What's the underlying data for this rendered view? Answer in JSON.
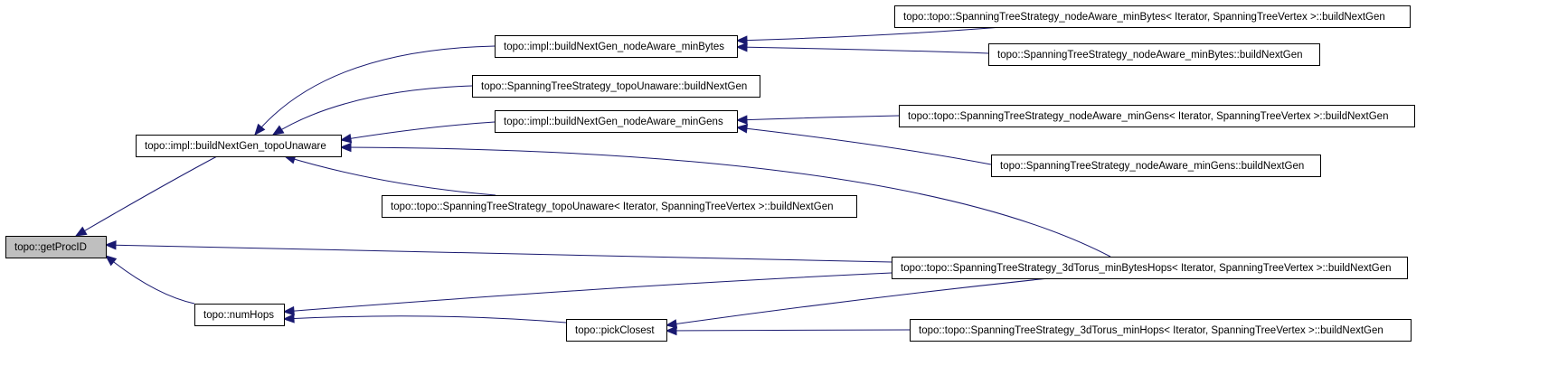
{
  "diagram": {
    "type": "call-graph (caller graph)",
    "edge_color": "#191970",
    "root_fill": "#bfbfbf",
    "nodes": [
      {
        "id": "getProcID",
        "label": "topo::getProcID",
        "root": true
      },
      {
        "id": "bng_topoUnaware",
        "label": "topo::impl::buildNextGen_topoUnaware"
      },
      {
        "id": "numHops",
        "label": "topo::numHops"
      },
      {
        "id": "bng_minBytes",
        "label": "topo::impl::buildNextGen_nodeAware_minBytes"
      },
      {
        "id": "sts_topoUnaware",
        "label": "topo::SpanningTreeStrategy_topoUnaware::buildNextGen"
      },
      {
        "id": "bng_minGens",
        "label": "topo::impl::buildNextGen_nodeAware_minGens"
      },
      {
        "id": "tsts_topoUnaware",
        "label": "topo::topo::SpanningTreeStrategy_topoUnaware< Iterator, SpanningTreeVertex >::buildNextGen"
      },
      {
        "id": "pickClosest",
        "label": "topo::pickClosest"
      },
      {
        "id": "tsts_minBytes",
        "label": "topo::topo::SpanningTreeStrategy_nodeAware_minBytes< Iterator, SpanningTreeVertex >::buildNextGen"
      },
      {
        "id": "sts_minBytes",
        "label": "topo::SpanningTreeStrategy_nodeAware_minBytes::buildNextGen"
      },
      {
        "id": "tsts_minGens",
        "label": "topo::topo::SpanningTreeStrategy_nodeAware_minGens< Iterator, SpanningTreeVertex >::buildNextGen"
      },
      {
        "id": "sts_minGens",
        "label": "topo::SpanningTreeStrategy_nodeAware_minGens::buildNextGen"
      },
      {
        "id": "tsts_3dTorus_minBytesHops",
        "label": "topo::topo::SpanningTreeStrategy_3dTorus_minBytesHops< Iterator, SpanningTreeVertex >::buildNextGen"
      },
      {
        "id": "tsts_3dTorus_minHops",
        "label": "topo::topo::SpanningTreeStrategy_3dTorus_minHops< Iterator, SpanningTreeVertex >::buildNextGen"
      }
    ],
    "edges": [
      {
        "from": "bng_topoUnaware",
        "to": "getProcID"
      },
      {
        "from": "tsts_3dTorus_minBytesHops",
        "to": "getProcID"
      },
      {
        "from": "numHops",
        "to": "getProcID"
      },
      {
        "from": "bng_minBytes",
        "to": "bng_topoUnaware"
      },
      {
        "from": "sts_topoUnaware",
        "to": "bng_topoUnaware"
      },
      {
        "from": "bng_minGens",
        "to": "bng_topoUnaware"
      },
      {
        "from": "tsts_3dTorus_minBytesHops",
        "to": "bng_topoUnaware"
      },
      {
        "from": "tsts_topoUnaware",
        "to": "bng_topoUnaware"
      },
      {
        "from": "tsts_minBytes",
        "to": "bng_minBytes"
      },
      {
        "from": "sts_minBytes",
        "to": "bng_minBytes"
      },
      {
        "from": "tsts_minGens",
        "to": "bng_minGens"
      },
      {
        "from": "sts_minGens",
        "to": "bng_minGens"
      },
      {
        "from": "tsts_3dTorus_minBytesHops",
        "to": "numHops"
      },
      {
        "from": "pickClosest",
        "to": "numHops"
      },
      {
        "from": "tsts_3dTorus_minBytesHops",
        "to": "pickClosest"
      },
      {
        "from": "tsts_3dTorus_minHops",
        "to": "pickClosest"
      }
    ]
  }
}
